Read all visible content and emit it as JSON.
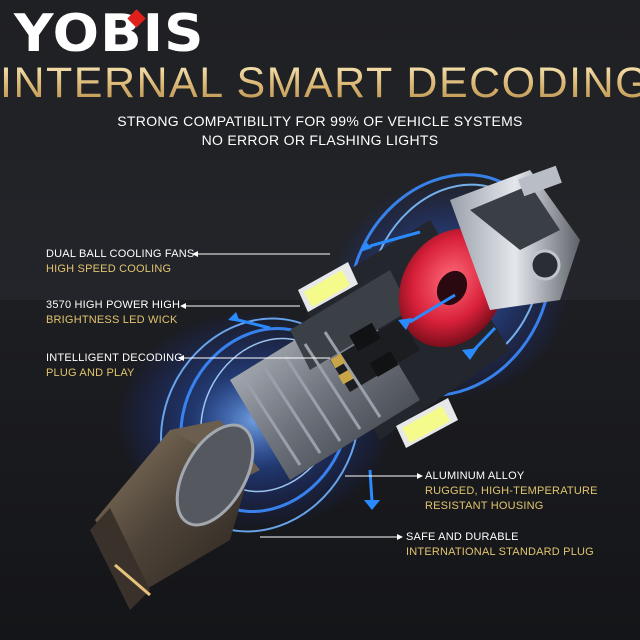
{
  "brand": {
    "logo_text": "YOBIS",
    "accent_color": "#e0211b"
  },
  "header": {
    "headline": "INTERNAL SMART DECODING",
    "sub_line1": "STRONG COMPATIBILITY FOR 99% OF VEHICLE SYSTEMS",
    "sub_line2": "NO ERROR OR FLASHING LIGHTS"
  },
  "callouts": [
    {
      "line1": "DUAL BALL COOLING FANS",
      "line2": "HIGH SPEED COOLING"
    },
    {
      "line1": "3570 HIGH POWER HIGH",
      "line2": "BRIGHTNESS LED WICK"
    },
    {
      "line1": "INTELLIGENT DECODING",
      "line2": "PLUG AND PLAY"
    },
    {
      "line1": "ALUMINUM ALLOY",
      "line2": "RUGGED, HIGH-TEMPERATURE",
      "line3": "RESISTANT HOUSING"
    },
    {
      "line1": "SAFE AND DURABLE",
      "line2": "INTERNATIONAL STANDARD PLUG"
    }
  ],
  "colors": {
    "headline_gold": "#e1c46f",
    "glow_blue": "#2f7dff",
    "fan_red": "#d8203a"
  }
}
